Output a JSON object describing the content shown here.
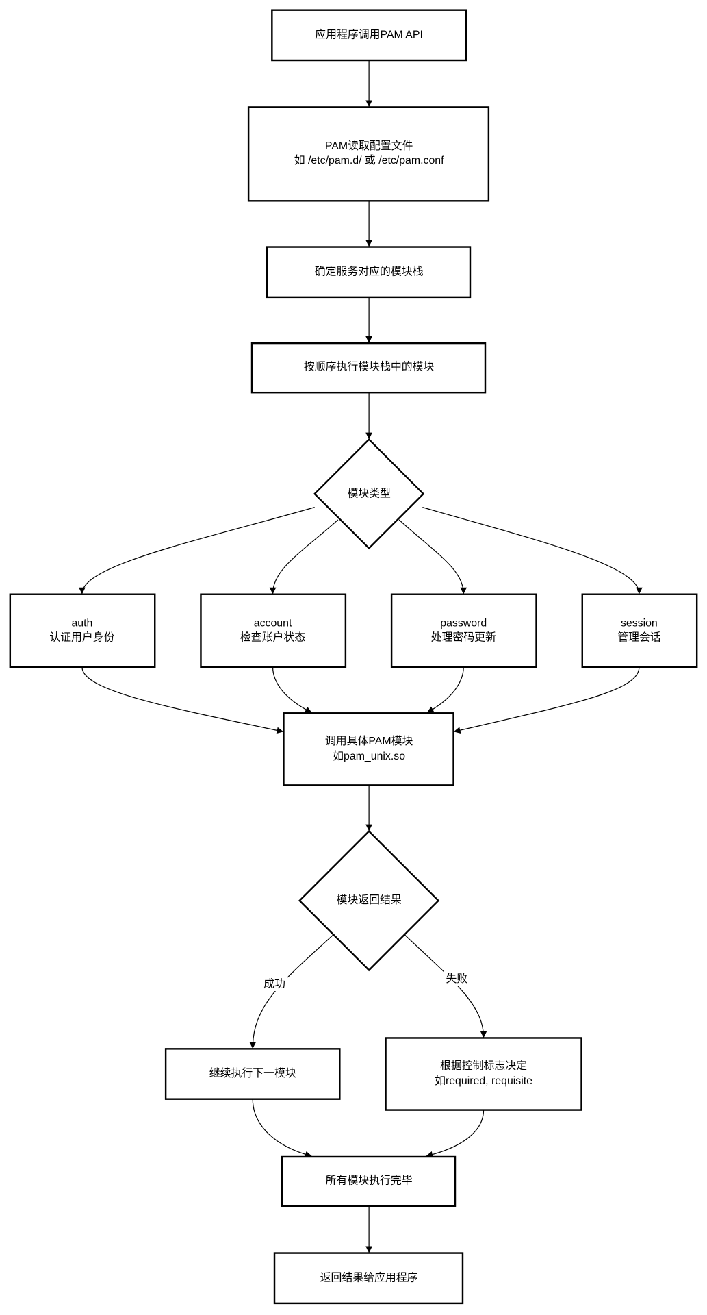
{
  "nodes": {
    "start": {
      "lines": [
        "应用程序调用PAM API"
      ]
    },
    "read_config": {
      "lines": [
        "PAM读取配置文件",
        "如 /etc/pam.d/ 或 /etc/pam.conf"
      ]
    },
    "determine_stack": {
      "lines": [
        "确定服务对应的模块栈"
      ]
    },
    "execute_in_order": {
      "lines": [
        "按顺序执行模块栈中的模块"
      ]
    },
    "module_type": {
      "lines": [
        "模块类型"
      ]
    },
    "auth": {
      "lines": [
        "auth",
        "认证用户身份"
      ]
    },
    "account": {
      "lines": [
        "account",
        "检查账户状态"
      ]
    },
    "password": {
      "lines": [
        "password",
        "处理密码更新"
      ]
    },
    "session": {
      "lines": [
        "session",
        "管理会话"
      ]
    },
    "call_module": {
      "lines": [
        "调用具体PAM模块",
        "如pam_unix.so"
      ]
    },
    "module_result": {
      "lines": [
        "模块返回结果"
      ]
    },
    "continue_next": {
      "lines": [
        "继续执行下一模块"
      ]
    },
    "control_flag": {
      "lines": [
        "根据控制标志决定",
        "如required, requisite"
      ]
    },
    "all_done": {
      "lines": [
        "所有模块执行完毕"
      ]
    },
    "return_result": {
      "lines": [
        "返回结果给应用程序"
      ]
    }
  },
  "edge_labels": {
    "success": "成功",
    "failure": "失败"
  }
}
